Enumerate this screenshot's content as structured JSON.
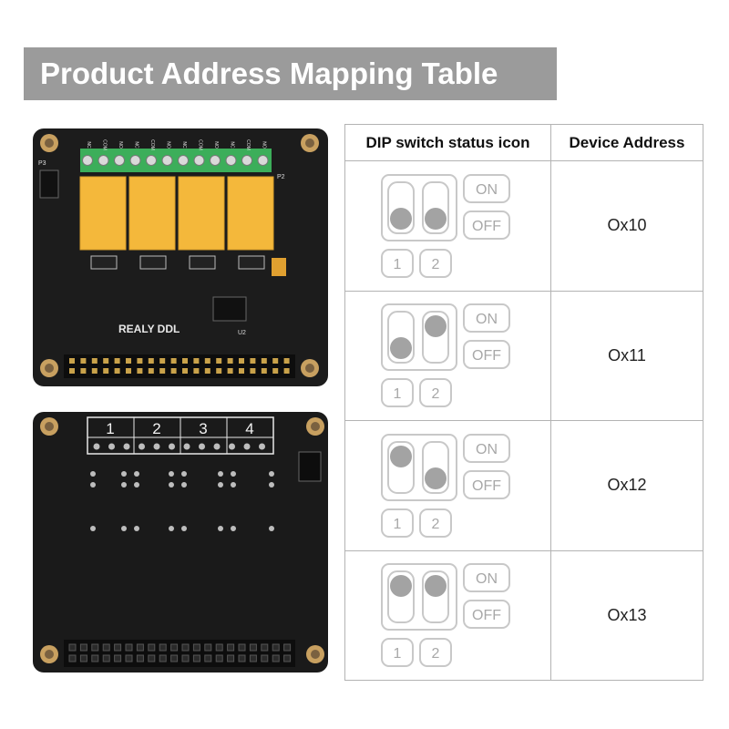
{
  "title": "Product Address Mapping Table",
  "table": {
    "headers": [
      "DIP switch status icon",
      "Device Address"
    ],
    "rows": [
      {
        "address": "Ox10",
        "switch1": "OFF",
        "switch2": "OFF"
      },
      {
        "address": "Ox11",
        "switch1": "OFF",
        "switch2": "ON"
      },
      {
        "address": "Ox12",
        "switch1": "ON",
        "switch2": "OFF"
      },
      {
        "address": "Ox13",
        "switch1": "ON",
        "switch2": "ON"
      }
    ],
    "switch_labels": {
      "on": "ON",
      "off": "OFF",
      "one": "1",
      "two": "2"
    }
  },
  "front_board": {
    "silkscreen": "REALY DDL",
    "terminal_labels": [
      "NC",
      "COM",
      "NO",
      "NC",
      "COM",
      "NO",
      "NC",
      "COM",
      "NO",
      "NC",
      "COM",
      "NO"
    ],
    "p2": "P2",
    "p3": "P3",
    "u2": "U2"
  },
  "back_board": {
    "channels": [
      "1",
      "2",
      "3",
      "4"
    ]
  },
  "colors": {
    "banner": "#9b9b9b",
    "pcb": "#1c1c1c",
    "relay": "#f4b83b",
    "terminal": "#3cae5a",
    "knob": "#a3a3a3",
    "outline": "#c8c8c8"
  }
}
